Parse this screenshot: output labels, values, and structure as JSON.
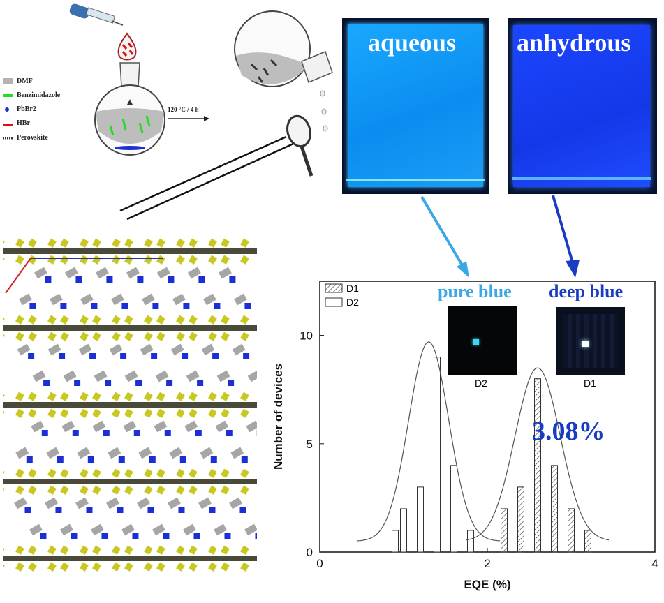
{
  "synthesis": {
    "legend": [
      {
        "label": "DMF",
        "color": "#b3b3b3"
      },
      {
        "label": "Benzimidazole",
        "color": "#22dd22"
      },
      {
        "label": "PbBr2",
        "color": "#1a2fd6"
      },
      {
        "label": "HBr",
        "color": "#dd1111"
      },
      {
        "label": "Perovskite",
        "color": "#333333"
      }
    ],
    "condition": "120 °C / 4 h"
  },
  "photos": {
    "left_label": "aqueous",
    "right_label": "anhydrous"
  },
  "insets": {
    "left_title": "pure blue",
    "right_title": "deep blue",
    "left_caption": "D2",
    "right_caption": "D1",
    "left_title_color": "#3aa7e6",
    "right_title_color": "#1a3cc2"
  },
  "annotation": {
    "value": "3.08%",
    "color": "#1a3cc2"
  },
  "chart_data": {
    "type": "bar",
    "xlabel": "EQE (%)",
    "ylabel": "Number of devices",
    "xlim": [
      0,
      4
    ],
    "ylim": [
      0,
      12.5
    ],
    "xticks": [
      0,
      2,
      4
    ],
    "yticks": [
      0,
      5,
      10
    ],
    "legend_position": "top-left",
    "series": [
      {
        "name": "D1",
        "pattern": "hatched",
        "x": [
          2.2,
          2.4,
          2.6,
          2.8,
          3.0,
          3.2
        ],
        "values": [
          2,
          3,
          8,
          4,
          2,
          1
        ]
      },
      {
        "name": "D2",
        "pattern": "open",
        "x": [
          0.9,
          1.0,
          1.2,
          1.4,
          1.6,
          1.8
        ],
        "values": [
          1,
          2,
          3,
          9,
          4,
          1
        ]
      }
    ],
    "fits": [
      {
        "series": "D1",
        "center": 2.6,
        "amplitude": 8.0,
        "width": 0.27
      },
      {
        "series": "D2",
        "center": 1.3,
        "amplitude": 9.2,
        "width": 0.24
      }
    ]
  }
}
